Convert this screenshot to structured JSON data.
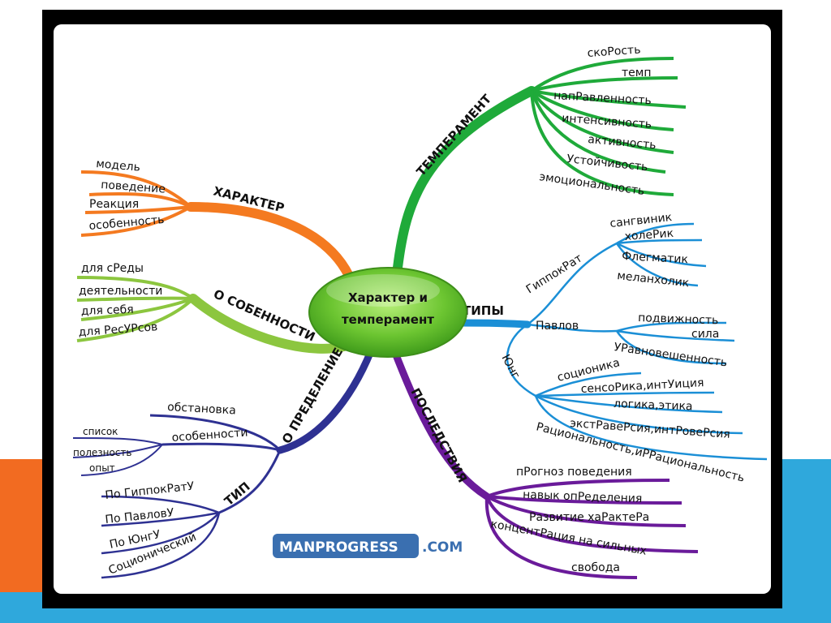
{
  "colors": {
    "character": "#f47a20",
    "features": "#8cc63f",
    "temperament": "#1faa3a",
    "types": "#1b8fd6",
    "definition": "#2e3192",
    "consequences": "#6a1b9a",
    "center_fill": "#5fbf2a",
    "brand_box": "#3a6fb0"
  },
  "center": {
    "line1": "Характер и",
    "line2": "темперамент"
  },
  "branches": {
    "character": {
      "label": "ХАРАКТЕР",
      "items": [
        "модель",
        "поведение",
        "Реакция",
        "особенность"
      ]
    },
    "features": {
      "label": "О СОБЕННОСТИ",
      "items": [
        "для сРеды",
        "деятельности",
        "для себя",
        "для РесУРсов"
      ]
    },
    "temperament": {
      "label": "ТЕМПЕРАМЕНТ",
      "items": [
        "скоРость",
        "темп",
        "напРавленность",
        "интенсивность",
        "активность",
        "Устойчивость",
        "эмоциональность"
      ]
    },
    "types": {
      "label": "ТИПЫ",
      "hippocrates": {
        "label": "ГиппокРат",
        "items": [
          "сангвиник",
          "холеРик",
          "Флегматик",
          "меланхолик"
        ]
      },
      "pavlov": {
        "label": "Павлов",
        "items": [
          "подвижность",
          "сила",
          "УРавновешенность"
        ]
      },
      "jung": {
        "label": "Юнг",
        "items": [
          "соционика",
          "сенсоРика,интУиция",
          "логика,этика",
          "экстРавеРсия,интРовеРсия",
          "Рациональность,иРРациональность"
        ]
      }
    },
    "definition": {
      "label": "О ПРЕДЕЛЕНИЕ",
      "situation": "обстановка",
      "features": {
        "label": "особенности",
        "items": [
          "список",
          "полезность",
          "опыт"
        ]
      },
      "type": {
        "label": "ТИП",
        "items": [
          "По ГиппокРатУ",
          "По ПавловУ",
          "По ЮнгУ",
          "Соционический"
        ]
      }
    },
    "consequences": {
      "label": "ПОСЛЕДСТВИЯ",
      "items": [
        "пРогноз поведения",
        "навык опРеделения",
        "Развитие хаРактеРа",
        "концентРация на сильных",
        "свобода"
      ]
    }
  },
  "brand": {
    "name": "MANPROGRESS",
    "suffix": ".COM"
  }
}
